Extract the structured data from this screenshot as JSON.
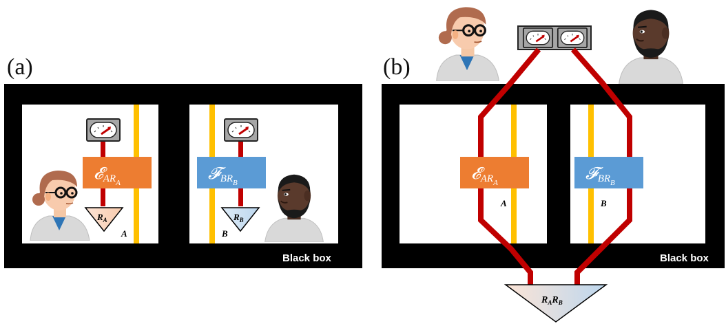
{
  "panel_a": {
    "label": "(a)",
    "black_box_label": "Black box",
    "operator_alice": {
      "text": "𝓔",
      "sub": "AR",
      "subsub": "A",
      "color": "#ED7D31"
    },
    "operator_bob": {
      "text": "𝓕",
      "sub": "BR",
      "subsub": "B",
      "color": "#5B9BD5"
    },
    "detector_alice": {
      "main": "R",
      "sub": "A"
    },
    "detector_bob": {
      "main": "R",
      "sub": "B"
    },
    "system_alice": "A",
    "system_bob": "B"
  },
  "panel_b": {
    "label": "(b)",
    "black_box_label": "Black box",
    "operator_alice": {
      "text": "𝓔",
      "sub": "AR",
      "subsub": "A",
      "color": "#ED7D31"
    },
    "operator_bob": {
      "text": "𝓕",
      "sub": "BR",
      "subsub": "B",
      "color": "#5B9BD5"
    },
    "joint_detector": {
      "main1": "R",
      "sub1": "A",
      "main2": "R",
      "sub2": "B"
    },
    "system_alice": "A",
    "system_bob": "B"
  },
  "colors": {
    "frame": "#000000",
    "yellow_line": "#FFC000",
    "red_line": "#C00000",
    "meter_body": "#A6A6A6"
  },
  "icons": [
    "meter-icon",
    "alice-icon",
    "bob-icon"
  ]
}
